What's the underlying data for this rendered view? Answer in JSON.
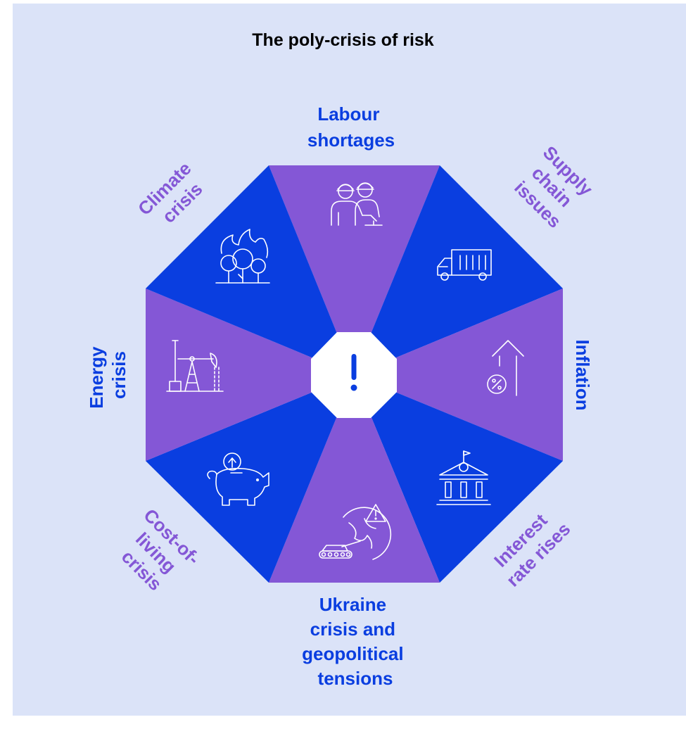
{
  "title": "The poly-crisis of risk",
  "colors": {
    "background": "#dbe3f8",
    "blue": "#0a3ee0",
    "purple": "#8457d6",
    "label_blue": "#0a3ee0",
    "label_purple": "#8457d6",
    "center": "#ffffff",
    "exclamation": "#0a3ee0"
  },
  "center": {
    "symbol": "!",
    "icon": "exclamation-icon"
  },
  "segments": [
    {
      "id": "labour",
      "lines": [
        "Labour",
        "shortages"
      ],
      "icon": "workers-icon",
      "fill": "purple",
      "label_color": "blue"
    },
    {
      "id": "supply",
      "lines": [
        "Supply",
        "chain",
        "issues"
      ],
      "icon": "truck-icon",
      "fill": "blue",
      "label_color": "purple"
    },
    {
      "id": "inflation",
      "lines": [
        "Inflation"
      ],
      "icon": "percent-arrow-icon",
      "fill": "purple",
      "label_color": "blue"
    },
    {
      "id": "interest",
      "lines": [
        "Interest",
        "rate rises"
      ],
      "icon": "bank-icon",
      "fill": "blue",
      "label_color": "purple"
    },
    {
      "id": "ukraine",
      "lines": [
        "Ukraine",
        "crisis and",
        "geopolitical",
        "tensions"
      ],
      "icon": "globe-tank-icon",
      "fill": "purple",
      "label_color": "blue"
    },
    {
      "id": "cost",
      "lines": [
        "Cost-of-",
        "living",
        "crisis"
      ],
      "icon": "piggy-bank-icon",
      "fill": "blue",
      "label_color": "purple"
    },
    {
      "id": "energy",
      "lines": [
        "Energy",
        "crisis"
      ],
      "icon": "oil-pump-icon",
      "fill": "purple",
      "label_color": "blue"
    },
    {
      "id": "climate",
      "lines": [
        "Climate",
        "crisis"
      ],
      "icon": "forest-fire-icon",
      "fill": "blue",
      "label_color": "purple"
    }
  ]
}
